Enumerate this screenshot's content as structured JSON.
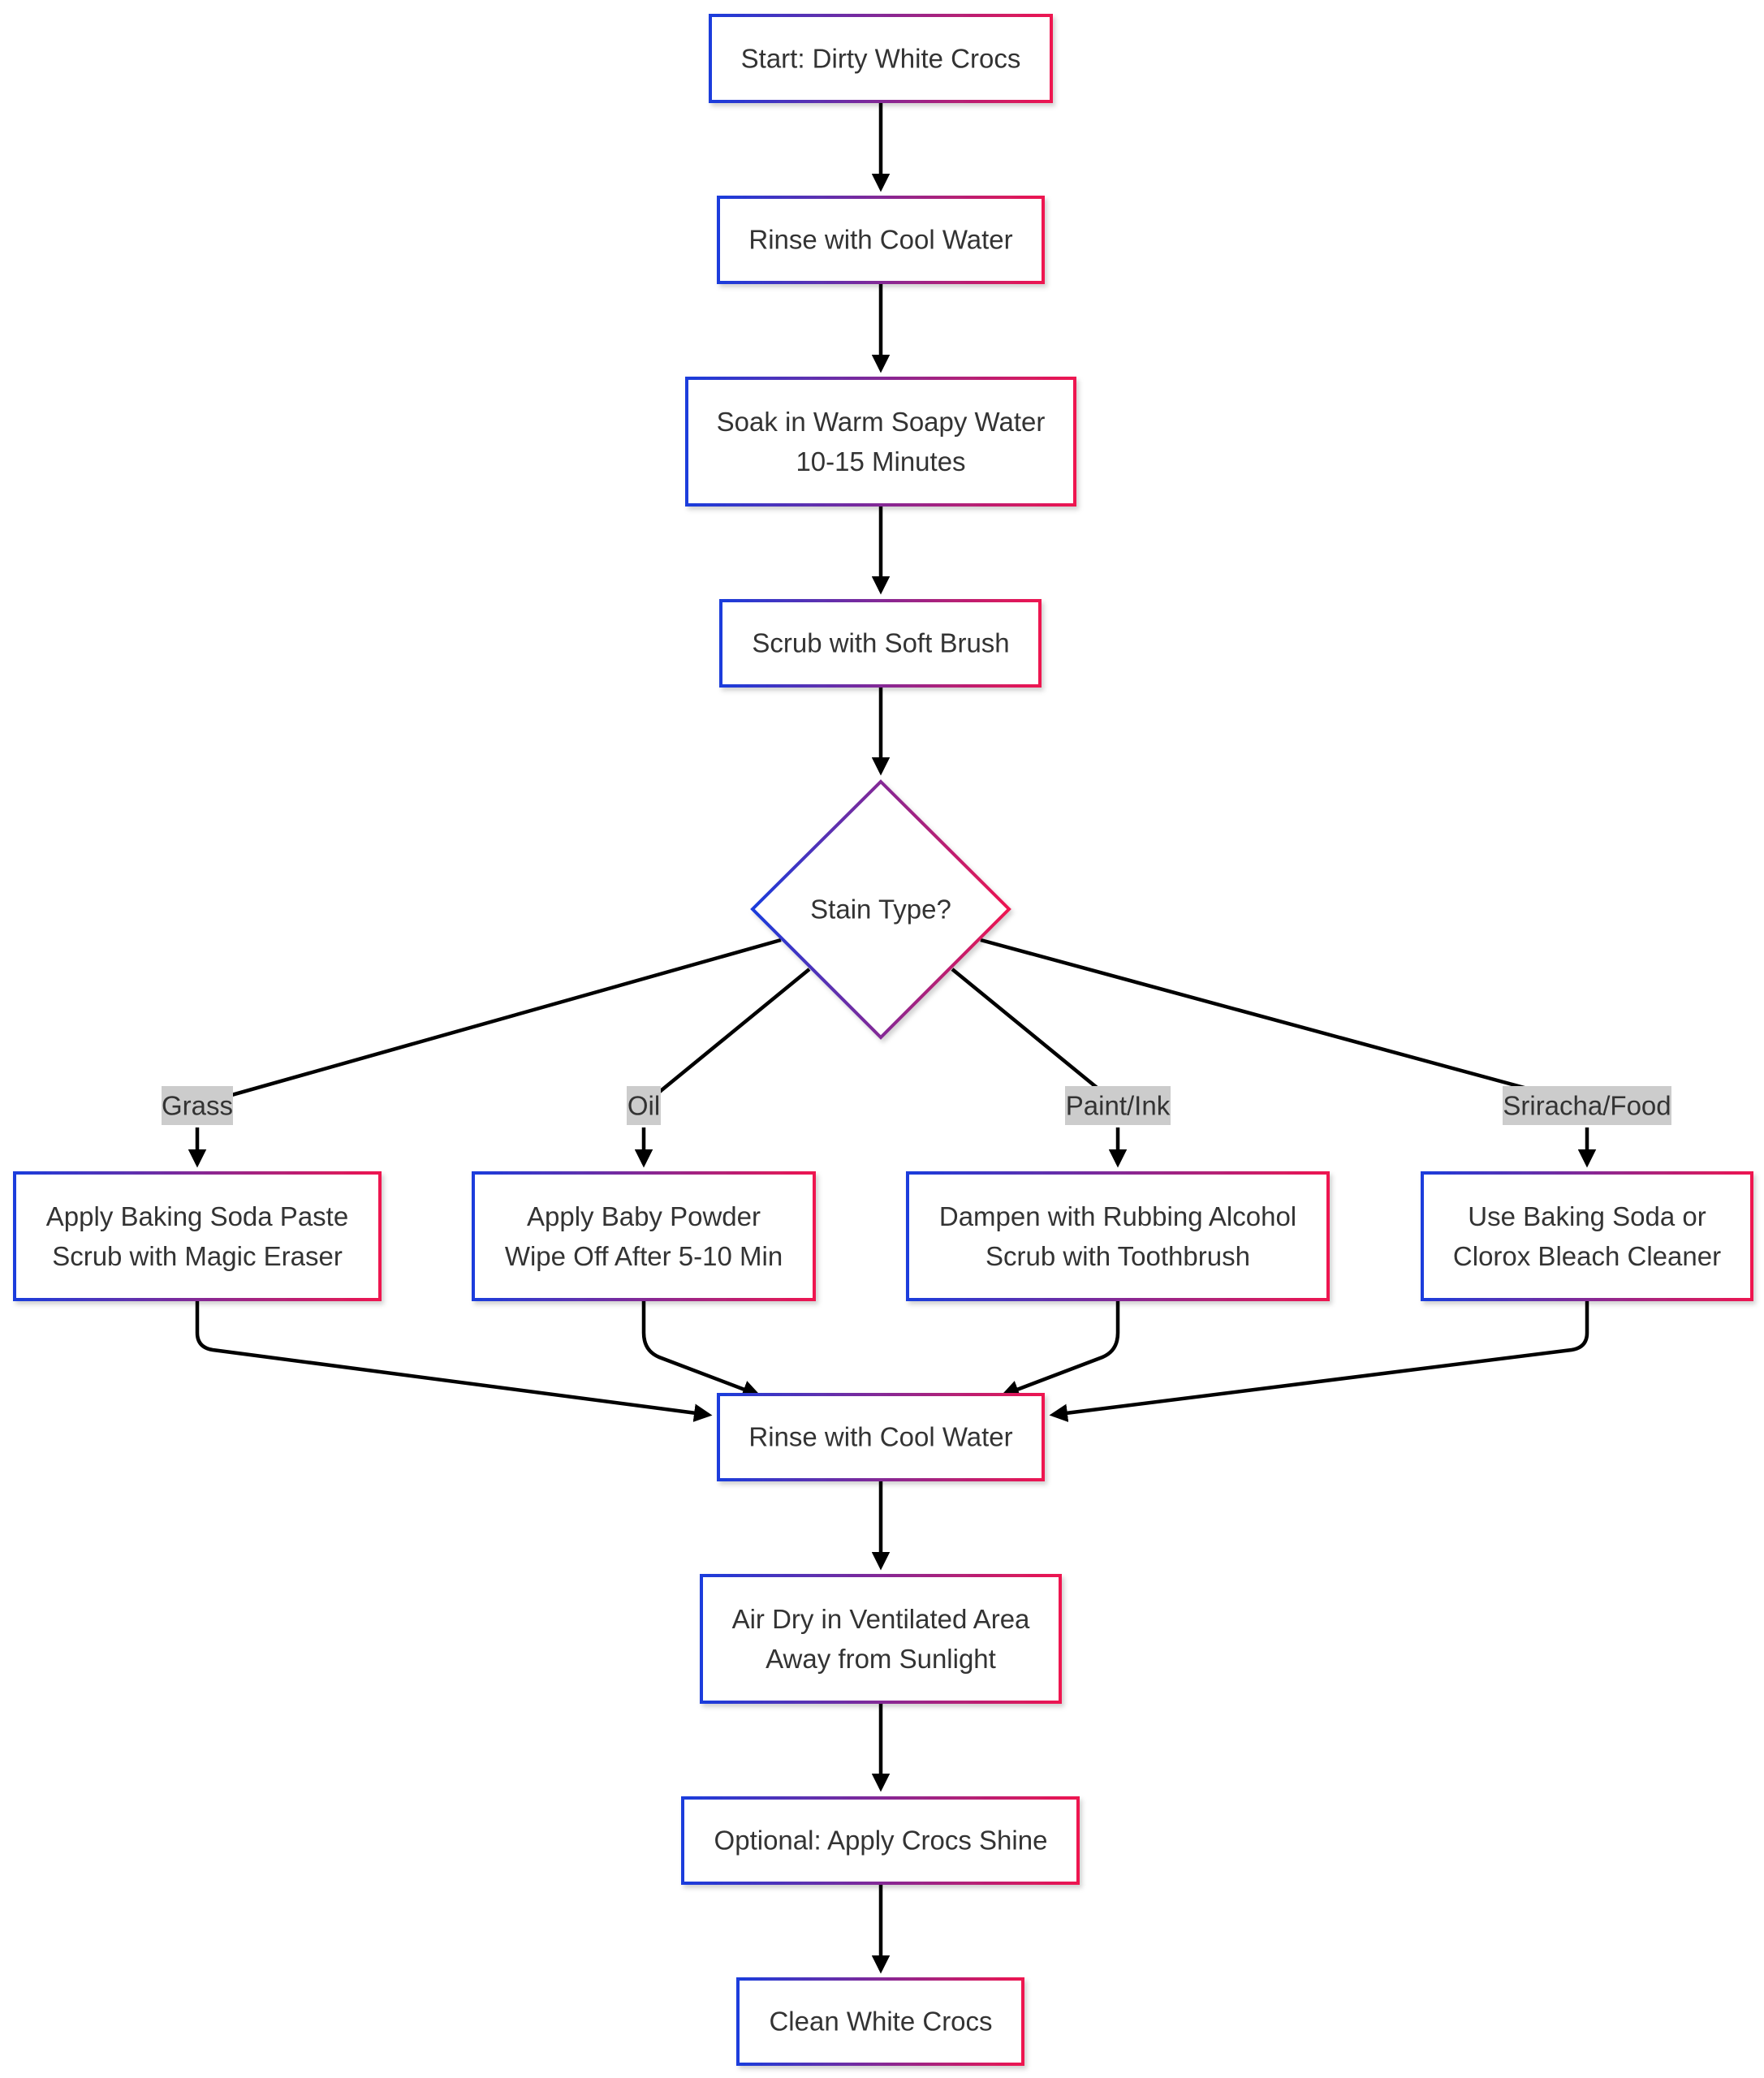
{
  "colors": {
    "border_start": "#1a3cdc",
    "border_end": "#ee1650",
    "edge": "#000000",
    "edge_label_bg": "#cccccc",
    "text": "#333333"
  },
  "nodes": {
    "start": {
      "lines": [
        "Start: Dirty White Crocs"
      ]
    },
    "rinse1": {
      "lines": [
        "Rinse with Cool Water"
      ]
    },
    "soak": {
      "lines": [
        "Soak in Warm Soapy Water",
        "10-15 Minutes"
      ]
    },
    "scrub": {
      "lines": [
        "Scrub with Soft Brush"
      ]
    },
    "decision": {
      "lines": [
        "Stain Type?"
      ]
    },
    "grass": {
      "lines": [
        "Apply Baking Soda Paste",
        "Scrub with Magic Eraser"
      ]
    },
    "oil": {
      "lines": [
        "Apply Baby Powder",
        "Wipe Off After 5-10 Min"
      ]
    },
    "paint": {
      "lines": [
        "Dampen with Rubbing Alcohol",
        "Scrub with Toothbrush"
      ]
    },
    "food": {
      "lines": [
        "Use Baking Soda or",
        "Clorox Bleach Cleaner"
      ]
    },
    "rinse2": {
      "lines": [
        "Rinse with Cool Water"
      ]
    },
    "dry": {
      "lines": [
        "Air Dry in Ventilated Area",
        "Away from Sunlight"
      ]
    },
    "shine": {
      "lines": [
        "Optional: Apply Crocs Shine"
      ]
    },
    "end": {
      "lines": [
        "Clean White Crocs"
      ]
    }
  },
  "edge_labels": {
    "grass": "Grass",
    "oil": "Oil",
    "paint": "Paint/Ink",
    "food": "Sriracha/Food"
  }
}
